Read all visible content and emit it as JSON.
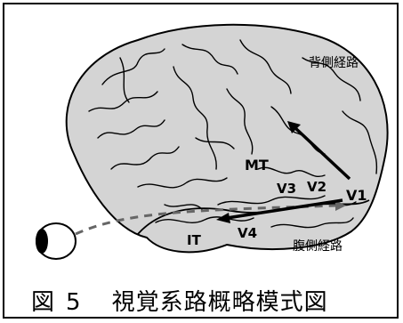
{
  "figure": {
    "dorsal_pathway_label": "背側経路",
    "ventral_pathway_label": "腹側経路",
    "areas": {
      "mt": "MT",
      "v3": "V3",
      "v2": "V2",
      "v1": "V1",
      "v4": "V4",
      "it": "IT"
    }
  },
  "caption": {
    "prefix": "図",
    "number": "5",
    "title": "視覚系路概略模式図"
  },
  "colors": {
    "brain_fill": "#d4d4d4",
    "outline": "#000000",
    "optic_path": "#666666"
  }
}
